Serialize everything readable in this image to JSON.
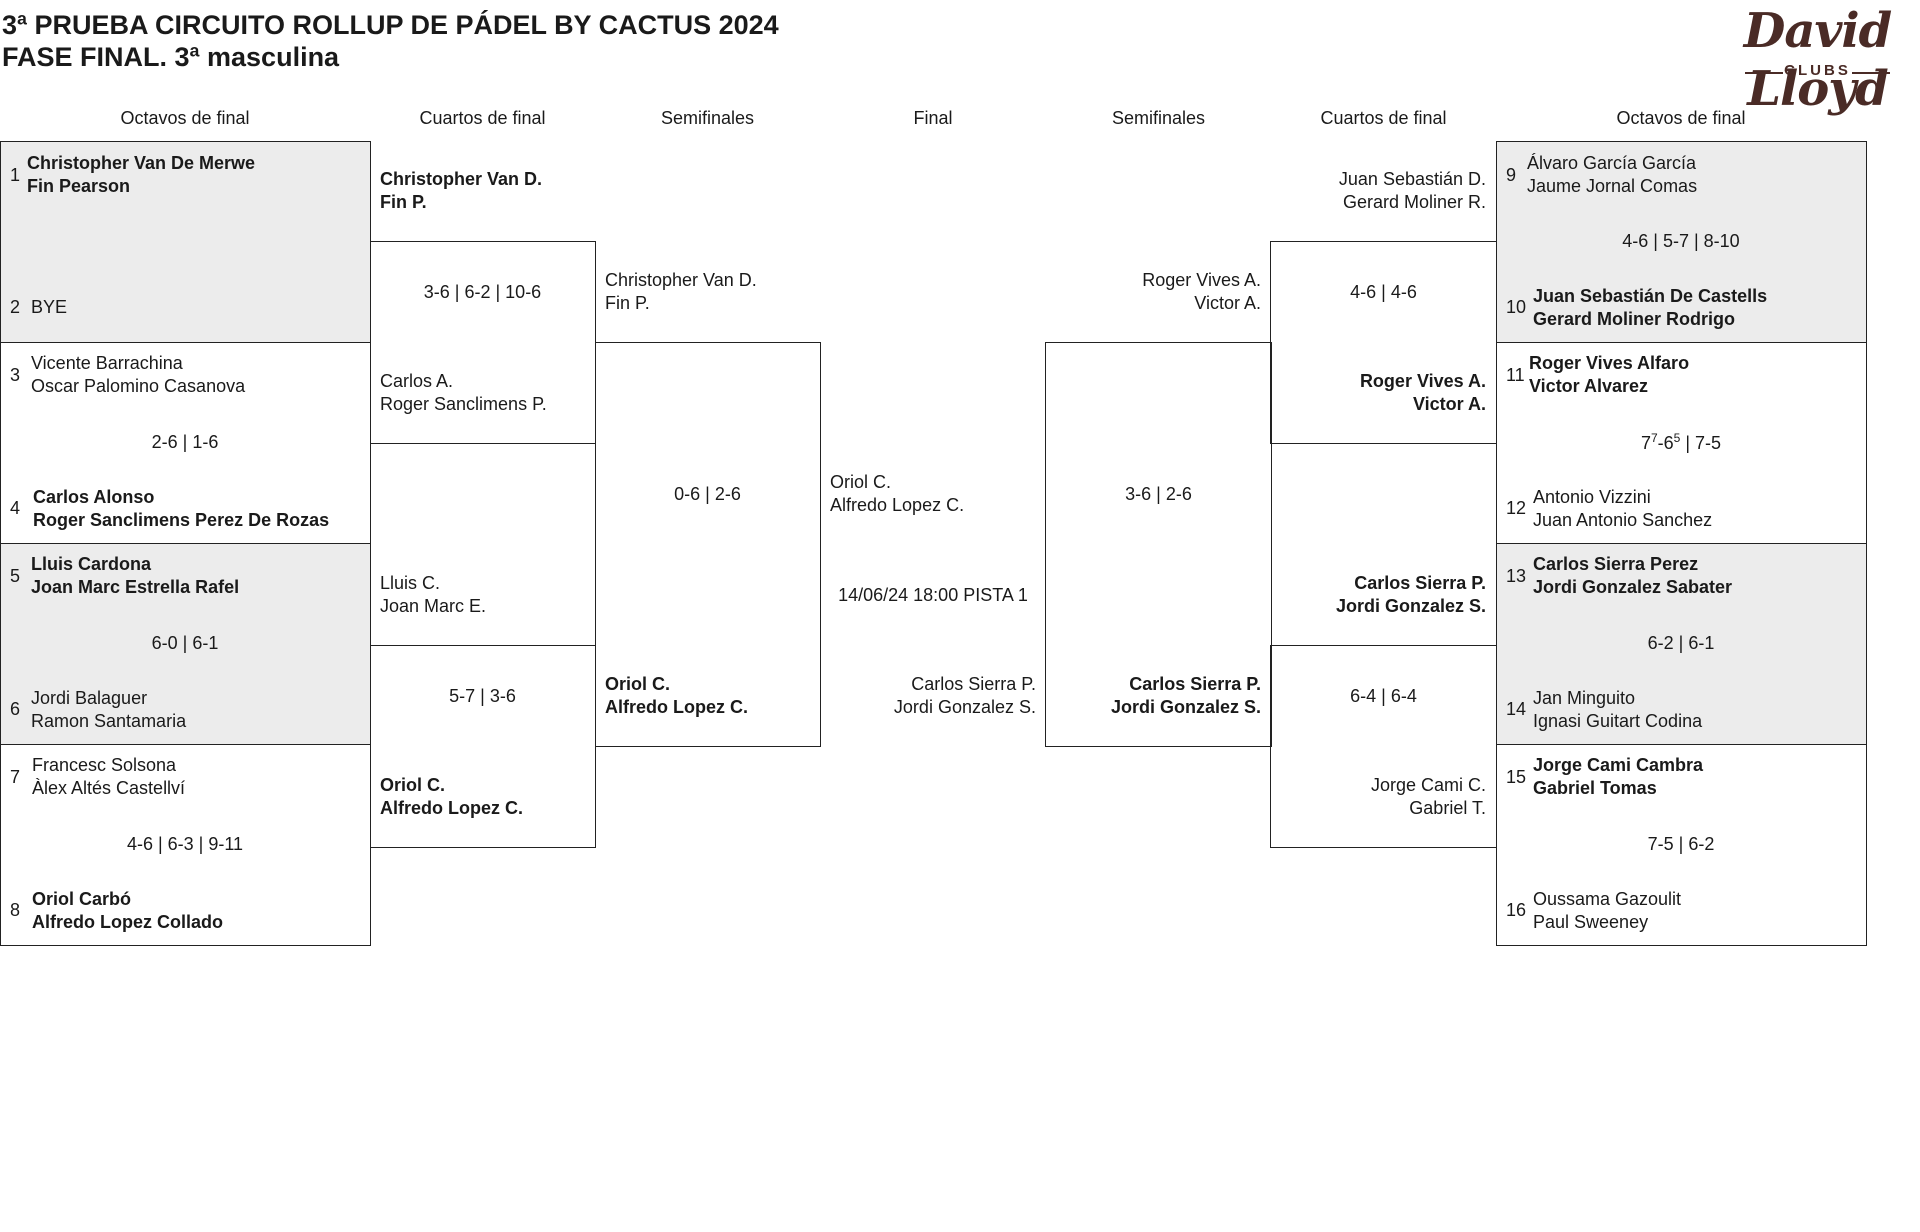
{
  "header": {
    "title_line1": "3ª PRUEBA CIRCUITO ROLLUP DE PÁDEL BY CACTUS 2024",
    "title_line2": "FASE FINAL. 3ª masculina"
  },
  "logo": {
    "brand": "David Lloyd",
    "sub": "CLUBS",
    "color": "#4a2b26"
  },
  "columns": {
    "left_r16": "Octavos de final",
    "left_qf": "Cuartos de final",
    "left_sf": "Semifinales",
    "final": "Final",
    "right_sf": "Semifinales",
    "right_qf": "Cuartos de final",
    "right_r16": "Octavos de final"
  },
  "r16": {
    "m1": {
      "seed_a": "1",
      "a1": "Christopher Van De Merwe",
      "a2": "Fin Pearson",
      "seed_b": "2",
      "b1": "BYE",
      "score": ""
    },
    "m2": {
      "seed_a": "3",
      "a1": "Vicente Barrachina",
      "a2": "Oscar Palomino Casanova",
      "seed_b": "4",
      "b1": "Carlos Alonso",
      "b2": "Roger Sanclimens Perez De Rozas",
      "score": "2-6 | 1-6"
    },
    "m3": {
      "seed_a": "5",
      "a1": "Lluis Cardona",
      "a2": "Joan Marc Estrella Rafel",
      "seed_b": "6",
      "b1": "Jordi Balaguer",
      "b2": "Ramon Santamaria",
      "score": "6-0 | 6-1"
    },
    "m4": {
      "seed_a": "7",
      "a1": "Francesc Solsona",
      "a2": "Àlex Altés Castellví",
      "seed_b": "8",
      "b1": "Oriol Carbó",
      "b2": "Alfredo Lopez Collado",
      "score": "4-6 | 6-3 | 9-11"
    },
    "m5": {
      "seed_a": "9",
      "a1": "Álvaro García García",
      "a2": "Jaume Jornal Comas",
      "seed_b": "10",
      "b1": "Juan Sebastián De Castells",
      "b2": "Gerard Moliner Rodrigo",
      "score": "4-6 | 5-7 | 8-10"
    },
    "m6": {
      "seed_a": "11",
      "a1": "Roger Vives Alfaro",
      "a2": "Victor Alvarez",
      "seed_b": "12",
      "b1": "Antonio Vizzini",
      "b2": "Juan Antonio Sanchez",
      "score_pre": "7",
      "score_sup1": "7",
      "score_mid": "-6",
      "score_sup2": "5",
      "score_post": " | 7-5"
    },
    "m7": {
      "seed_a": "13",
      "a1": "Carlos Sierra Perez",
      "a2": "Jordi Gonzalez Sabater",
      "seed_b": "14",
      "b1": "Jan Minguito",
      "b2": "Ignasi Guitart Codina",
      "score": "6-2 | 6-1"
    },
    "m8": {
      "seed_a": "15",
      "a1": "Jorge Cami Cambra",
      "a2": "Gabriel Tomas",
      "seed_b": "16",
      "b1": "Oussama Gazoulit",
      "b2": "Paul Sweeney",
      "score": "7-5 | 6-2"
    }
  },
  "qf": {
    "l1": {
      "a1": "Christopher Van D.",
      "a2": "Fin P.",
      "b1": "Carlos A.",
      "b2": "Roger Sanclimens P.",
      "score": "3-6 | 6-2 | 10-6"
    },
    "l2": {
      "a1": "Lluis C.",
      "a2": "Joan Marc E.",
      "b1": "Oriol C.",
      "b2": "Alfredo Lopez C.",
      "score": "5-7 | 3-6"
    },
    "r1": {
      "a1": "Juan Sebastián D.",
      "a2": "Gerard Moliner R.",
      "b1": "Roger Vives A.",
      "b2": "Victor A.",
      "score": "4-6 | 4-6"
    },
    "r2": {
      "a1": "Carlos Sierra P.",
      "a2": "Jordi Gonzalez S.",
      "b1": "Jorge Cami C.",
      "b2": "Gabriel T.",
      "score": "6-4 | 6-4"
    }
  },
  "sf": {
    "l": {
      "a1": "Christopher Van D.",
      "a2": "Fin P.",
      "b1": "Oriol C.",
      "b2": "Alfredo Lopez C.",
      "score": "0-6 | 2-6"
    },
    "r": {
      "a1": "Roger Vives A.",
      "a2": "Victor A.",
      "b1": "Carlos Sierra P.",
      "b2": "Jordi Gonzalez S.",
      "score": "3-6 | 2-6"
    }
  },
  "final": {
    "a1": "Oriol C.",
    "a2": "Alfredo Lopez C.",
    "b1": "Carlos Sierra P.",
    "b2": "Jordi Gonzalez S.",
    "schedule": "14/06/24 18:00 PISTA 1"
  }
}
